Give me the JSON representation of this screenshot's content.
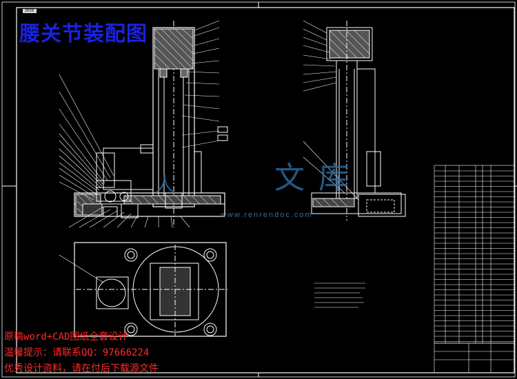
{
  "title": "腰关节装配图",
  "stamp_label": "ZEDE",
  "watermark": {
    "chars_left": "人",
    "char_mid": "文",
    "char_right": "库",
    "url": "www.renrendoc.com"
  },
  "notes": {
    "line1": "原稿word+CAD图纸全套设计",
    "line2": "温馨提示：请联系QQ：97666224",
    "line3": "优秀设计资料，请在付后下载源文件"
  },
  "colors": {
    "title": "#1a22e0",
    "notes": "#ff2a2a",
    "lines": "#ffffff",
    "watermark": "#2d6fa6"
  }
}
